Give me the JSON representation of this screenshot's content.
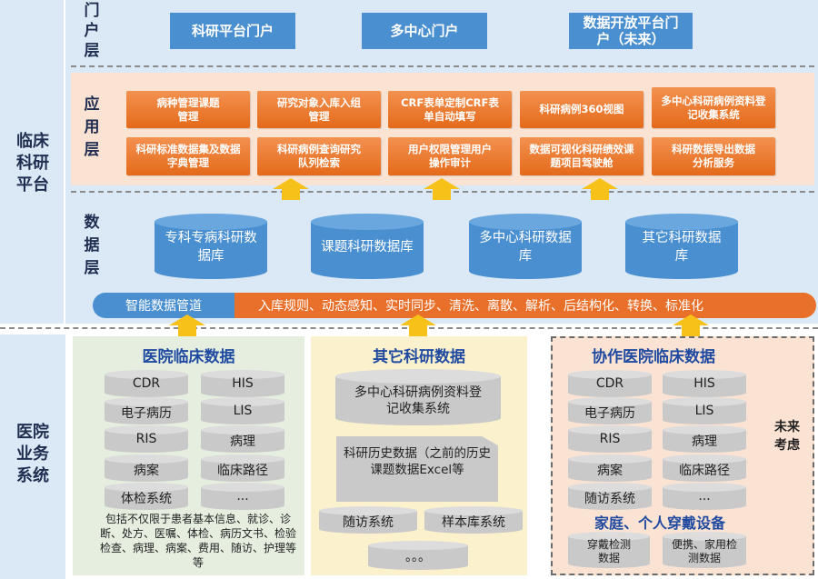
{
  "platform_label": "临床科研平台",
  "business_label": "医院业务系统",
  "portal": {
    "layer_label": "门户层",
    "items": [
      "科研平台门户",
      "多中心门户",
      "数据开放平台门户（未来）"
    ]
  },
  "app": {
    "layer_label": "应用层",
    "row1": [
      "病种管理课题管理",
      "研究对象入库入组管理",
      "CRF表单定制CRF表单自动填写",
      "科研病例360视图",
      "多中心科研病例资料登记收集系统"
    ],
    "row2": [
      "科研标准数据集及数据字典管理",
      "科研病例查询研究队列检索",
      "用户权限管理用户操作审计",
      "数据可视化科研绩效课题项目驾驶舱",
      "科研数据导出数据分析服务"
    ]
  },
  "data": {
    "layer_label": "数据层",
    "dbs": [
      "专科专病科研数据库",
      "课题科研数据库",
      "多中心科研数据库",
      "其它科研数据库"
    ]
  },
  "pipeline": {
    "left": "智能数据管道",
    "right": "入库规则、动态感知、实时同步、清洗、离散、解析、后结构化、转换、标准化"
  },
  "hospital": {
    "title": "医院临床数据",
    "dbs": [
      "CDR",
      "HIS",
      "电子病历",
      "LIS",
      "RIS",
      "病理",
      "病案",
      "临床路径",
      "体检系统",
      "..."
    ],
    "note": "包括不仅限于患者基本信息、就诊、诊断、处方、医嘱、体检、病历文书、检验检查、病理、病案、费用、随访、护理等等"
  },
  "other": {
    "title": "其它科研数据",
    "multi": "多中心科研病例资料登记收集系统",
    "history": "科研历史数据（之前的历史课题数据Excel等",
    "followup": "随访系统",
    "sample": "样本库系统",
    "more": "。。。"
  },
  "partner": {
    "title": "协作医院临床数据",
    "dbs": [
      "CDR",
      "HIS",
      "电子病历",
      "LIS",
      "RIS",
      "病理",
      "病案",
      "临床路径",
      "随访系统",
      "..."
    ],
    "future": "未来考虑",
    "wearable_title": "家庭、个人穿戴设备",
    "wearables": [
      "穿戴检测数据",
      "便携、家用检测数据"
    ]
  }
}
